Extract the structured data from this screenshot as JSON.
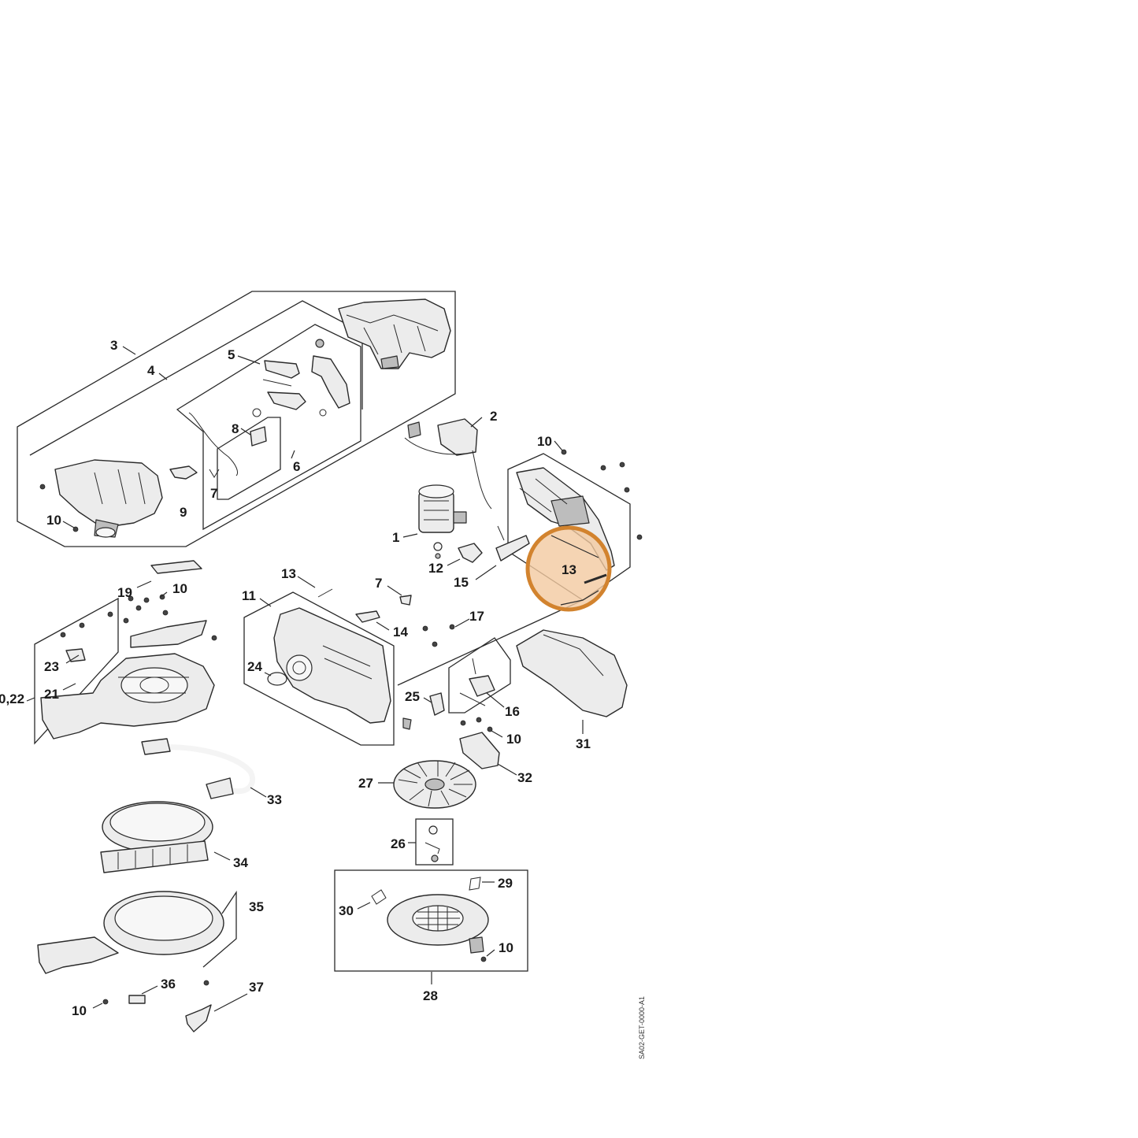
{
  "callouts": {
    "c1": "1",
    "c2": "2",
    "c3": "3",
    "c4": "4",
    "c5": "5",
    "c6": "6",
    "c7a": "7",
    "c7b": "7",
    "c8": "8",
    "c9": "9",
    "c10a": "10",
    "c10b": "10",
    "c10c": "10",
    "c10d": "10",
    "c10e": "10",
    "c10f": "10",
    "c11": "11",
    "c12": "12",
    "c13a": "13",
    "c13b": "13",
    "c14": "14",
    "c15": "15",
    "c16": "16",
    "c17": "17",
    "c19": "19",
    "c20_22": "0,22",
    "c21": "21",
    "c23": "23",
    "c24": "24",
    "c25": "25",
    "c26": "26",
    "c27": "27",
    "c28": "28",
    "c29": "29",
    "c30": "30",
    "c31": "31",
    "c32": "32",
    "c33": "33",
    "c34": "34",
    "c35": "35",
    "c36": "36",
    "c37": "37"
  },
  "drawing_code": "SA02-GET-0000-A1",
  "highlight": {
    "target": "13",
    "color": "#d2832e",
    "fill": "#f3c9a0"
  }
}
